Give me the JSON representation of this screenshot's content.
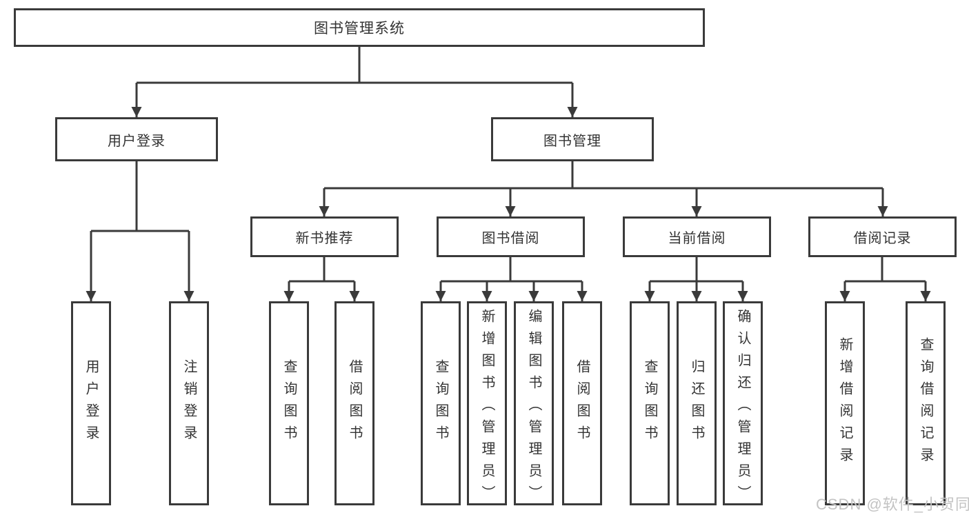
{
  "diagram_title": "图书管理系统",
  "tree": {
    "root": {
      "label": "图书管理系统",
      "children": [
        {
          "label": "用户登录",
          "children": [
            {
              "label": "用户登录"
            },
            {
              "label": "注销登录"
            }
          ]
        },
        {
          "label": "图书管理",
          "children": [
            {
              "label": "新书推荐",
              "children": [
                {
                  "label": "查询图书"
                },
                {
                  "label": "借阅图书"
                }
              ]
            },
            {
              "label": "图书借阅",
              "children": [
                {
                  "label": "查询图书"
                },
                {
                  "label": "新增图书（管理员）"
                },
                {
                  "label": "编辑图书（管理员）"
                },
                {
                  "label": "借阅图书"
                }
              ]
            },
            {
              "label": "当前借阅",
              "children": [
                {
                  "label": "查询图书"
                },
                {
                  "label": "归还图书"
                },
                {
                  "label": "确认归还（管理员）"
                }
              ]
            },
            {
              "label": "借阅记录",
              "children": [
                {
                  "label": "新增借阅记录"
                },
                {
                  "label": "查询借阅记录"
                }
              ]
            }
          ]
        }
      ]
    }
  },
  "watermark": {
    "text": "CSDN @软件_小贺同学"
  },
  "colors": {
    "line": "#3a3a3a",
    "text": "#333333",
    "background": "#ffffff",
    "watermark": "#c3c3c3"
  }
}
